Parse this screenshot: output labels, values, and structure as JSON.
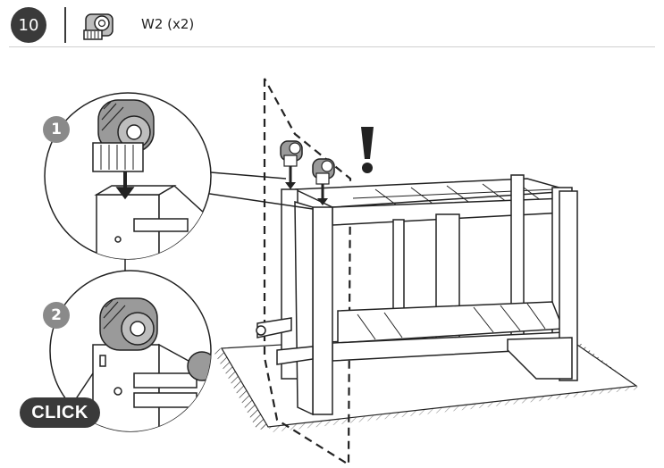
{
  "header": {
    "step_number": "10",
    "part_label": "W2 (x2)",
    "part_icon": "caster-wheel-icon"
  },
  "callouts": {
    "step_one": "1",
    "step_two": "2",
    "click_label": "CLICK"
  },
  "warning_icon": "exclamation-icon",
  "colors": {
    "dark": "#3a3a3a",
    "badge_gray": "#8a8a8a",
    "wheel_gray": "#9a9a9a",
    "line": "#222222"
  }
}
